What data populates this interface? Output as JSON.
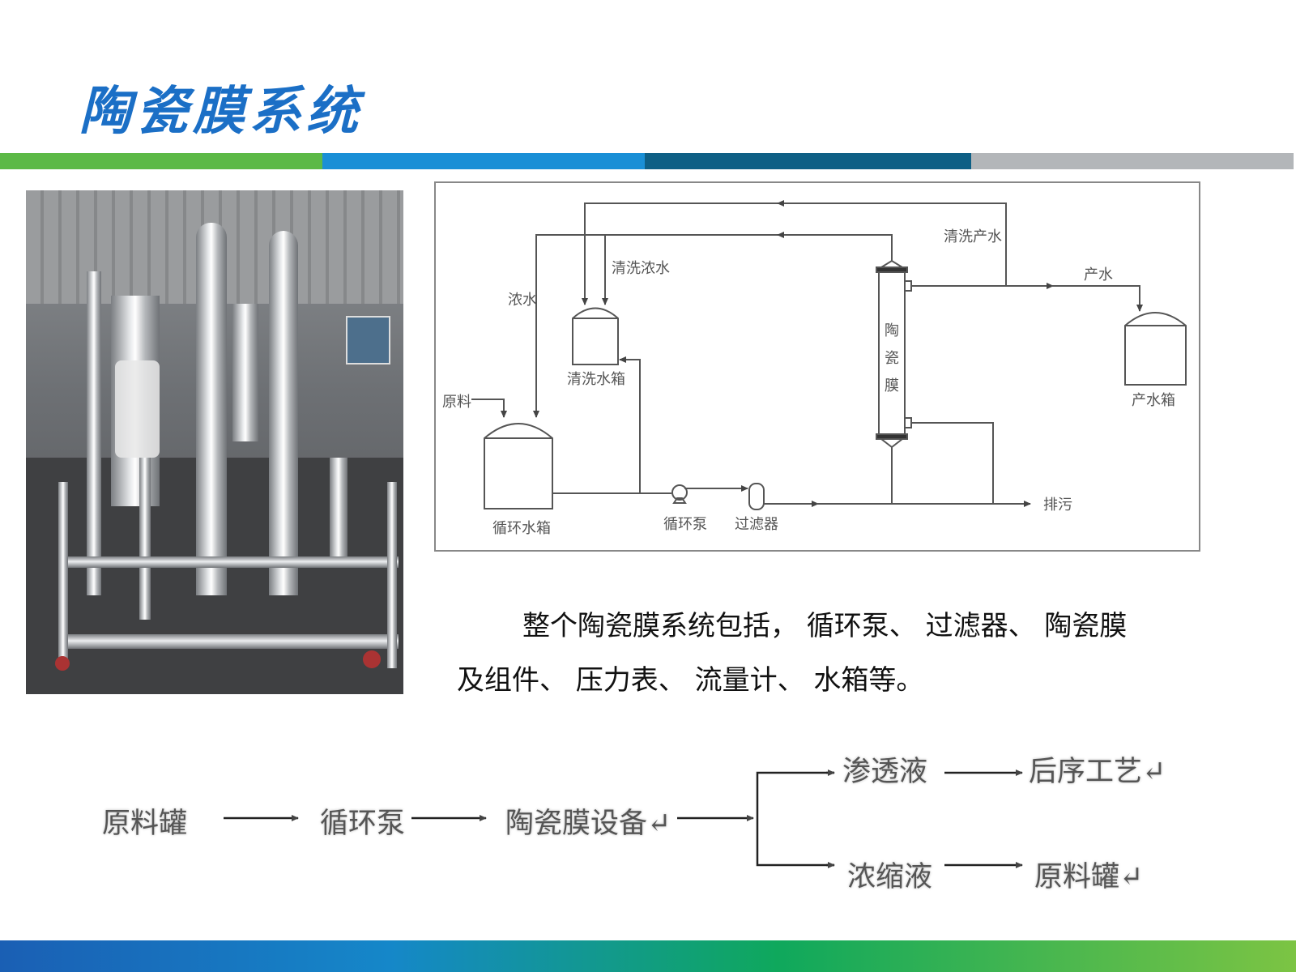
{
  "title": "陶瓷膜系统",
  "colors": {
    "title": "#1b6fc6",
    "bar_green": "#5cb946",
    "bar_blue": "#1a8fd6",
    "bar_teal": "#0e5f85",
    "bar_gray": "#b3b6b9"
  },
  "diagram": {
    "labels": {
      "clean_product": "清洗产水",
      "clean_concentrate": "清洗浓水",
      "concentrate": "浓水",
      "product": "产水",
      "raw": "原料",
      "clean_tank": "清洗水箱",
      "circ_tank": "循环水箱",
      "pump": "循环泵",
      "filter": "过滤器",
      "drain": "排污",
      "product_tank": "产水箱",
      "membrane": [
        "陶",
        "瓷",
        "膜"
      ]
    }
  },
  "description": {
    "line1": "整个陶瓷膜系统包括， 循环泵、 过滤器、 陶瓷膜",
    "line2": "及组件、 压力表、 流量计、 水箱等。"
  },
  "flow": {
    "raw_tank": "原料罐",
    "pump": "循环泵",
    "equipment": "陶瓷膜设备↵",
    "permeate": "渗透液",
    "next_process": "后序工艺↵",
    "concentrate": "浓缩液",
    "raw_tank_return": "原料罐↵"
  }
}
